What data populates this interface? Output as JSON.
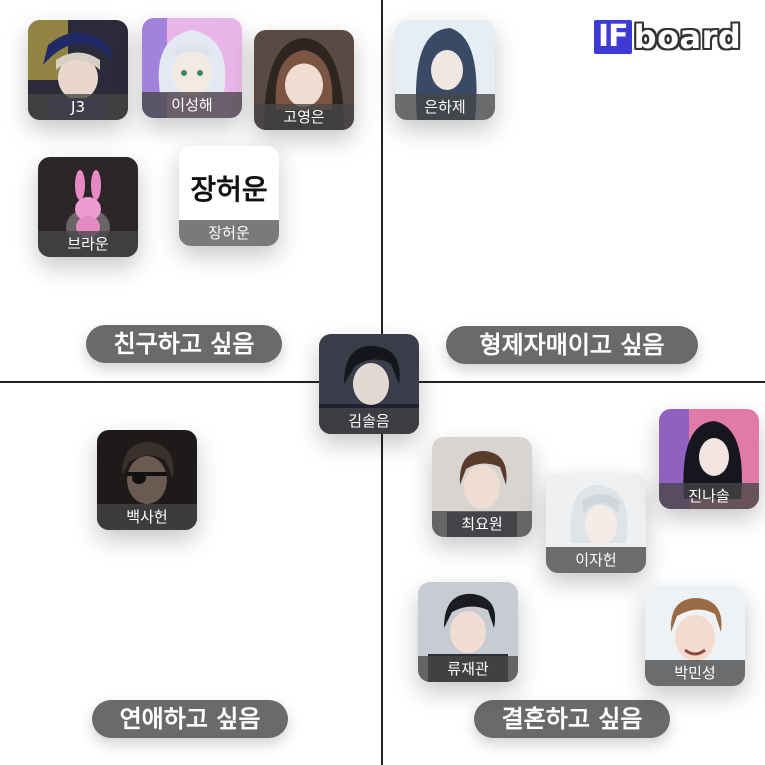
{
  "logo": {
    "part1": "IF",
    "part2": "board"
  },
  "quadrants": {
    "top_left": "친구하고 싶음",
    "top_right": "형제자매이고 싶음",
    "bottom_left": "연애하고 싶음",
    "bottom_right": "결혼하고 싶음"
  },
  "characters": {
    "j3": {
      "name": "J3",
      "art": "navy-uniform-character-icon"
    },
    "lee_seonghae": {
      "name": "이성해",
      "art": "silver-hair-girl-icon"
    },
    "go_yeongeun": {
      "name": "고영은",
      "art": "brown-hair-girl-icon"
    },
    "brown": {
      "name": "브라운",
      "art": "pink-rabbit-icon"
    },
    "jang_heoun": {
      "name": "장허운",
      "title_text": "장허운"
    },
    "eun_haje": {
      "name": "은하제",
      "art": "dark-blue-hair-man-icon"
    },
    "kim_solum": {
      "name": "김솔음",
      "art": "black-hair-man-icon"
    },
    "baek_saheon": {
      "name": "백사헌",
      "art": "eyepatch-man-icon"
    },
    "choi_yowon": {
      "name": "최요원",
      "art": "brown-hair-man-icon"
    },
    "lee_jaheon": {
      "name": "이자헌",
      "art": "white-hair-man-icon"
    },
    "jin_nasol": {
      "name": "진나솔",
      "art": "black-hair-girl-icon"
    },
    "ryu_jaegwan": {
      "name": "류재관",
      "art": "black-hair-detective-icon"
    },
    "park_minseong": {
      "name": "박민성",
      "art": "smiling-brown-hair-man-icon"
    }
  }
}
